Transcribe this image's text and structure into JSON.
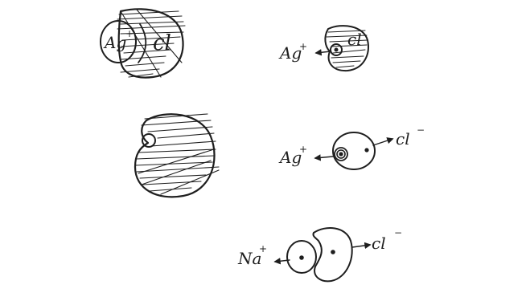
{
  "sketch": {
    "title": "",
    "top_left_pair": {
      "inner_label": "Ag",
      "inner_charge": "+",
      "outer_label": "cl"
    },
    "top_right": {
      "ion_label": "Ag",
      "ion_charge": "+",
      "shell_label": "cl"
    },
    "middle_right": {
      "left_label": "Ag",
      "left_charge": "+",
      "right_label": "cl",
      "right_charge": "−"
    },
    "bottom": {
      "left_label": "Na",
      "left_charge": "+",
      "right_label": "cl",
      "right_charge": "−"
    }
  },
  "colors": {
    "ink": "#1e1e1e",
    "paper": "#ffffff"
  }
}
